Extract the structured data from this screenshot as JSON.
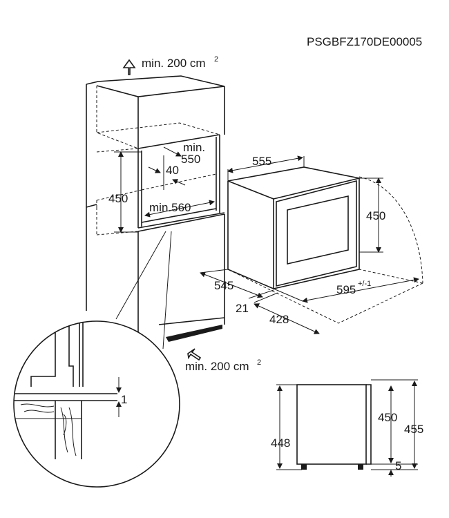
{
  "diagram": {
    "code": "PSGBFZ170DE00005",
    "vent_top": "min. 200 cm",
    "vent_top_sup": "2",
    "vent_bottom": "min. 200 cm",
    "vent_bottom_sup": "2",
    "niche": {
      "min_label": "min.",
      "min_550": "550",
      "d40": "40",
      "h450": "450",
      "min560": "min.560"
    },
    "appliance": {
      "w555": "555",
      "h450": "450",
      "d545": "545",
      "d21": "21",
      "d428": "428",
      "w595": "595",
      "w595_sup": "+/-1"
    },
    "detail": {
      "gap": "1"
    },
    "side_view": {
      "h448": "448",
      "h450": "450",
      "h455": "455",
      "g5": "5"
    }
  }
}
